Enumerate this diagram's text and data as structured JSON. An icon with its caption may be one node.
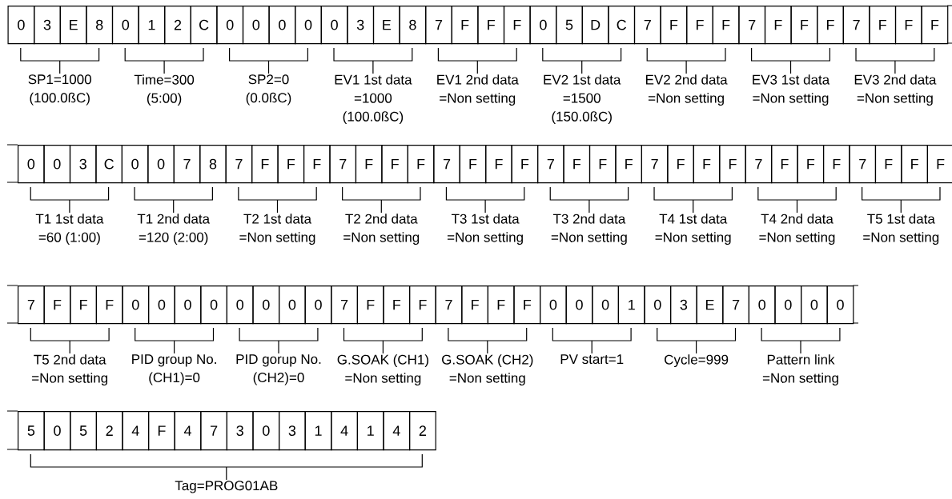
{
  "diagram": {
    "labels": [
      "0",
      "3",
      "E",
      "8",
      "0",
      "1",
      "2",
      "C",
      "0",
      "0",
      "0",
      "0",
      "0",
      "3",
      "E",
      "8",
      "7",
      "F",
      "F",
      "F",
      "0",
      "5",
      "D",
      "C",
      "7",
      "F",
      "F",
      "F",
      "7",
      "F",
      "F",
      "F",
      "7",
      "F",
      "F",
      "F",
      "SP1=1000 (100.0ßC)",
      "Time=300 (5:00)",
      "SP2=0 (0.0ßC)",
      "EV1 1st data =1000 (100.0ßC)",
      "EV1 2nd data =Non setting",
      "EV2 1st data =1500 (150.0ßC)",
      "EV2 2nd data =Non setting",
      "EV3 1st data =Non setting",
      "EV3 2nd data =Non setting",
      "0",
      "0",
      "3",
      "C",
      "0",
      "0",
      "7",
      "8",
      "7",
      "F",
      "F",
      "F",
      "7",
      "F",
      "F",
      "F",
      "7",
      "F",
      "F",
      "F",
      "7",
      "F",
      "F",
      "F",
      "7",
      "F",
      "F",
      "F",
      "7",
      "F",
      "F",
      "F",
      "7",
      "F",
      "F",
      "F",
      "T1 1st data =60 (1:00)",
      "T1 2nd data =120 (2:00)",
      "T2 1st data =Non setting",
      "T2 2nd data =Non setting",
      "T3 1st data =Non setting",
      "T3 2nd data =Non setting",
      "T4 1st data =Non setting",
      "T4 2nd data =Non setting",
      "T5 1st data =Non setting",
      "7",
      "F",
      "F",
      "F",
      "0",
      "0",
      "0",
      "0",
      "0",
      "0",
      "0",
      "0",
      "7",
      "F",
      "F",
      "F",
      "7",
      "F",
      "F",
      "F",
      "0",
      "0",
      "0",
      "1",
      "0",
      "3",
      "E",
      "7",
      "0",
      "0",
      "0",
      "0",
      "T5 2nd data =Non setting",
      "PID group No. (CH1)=0",
      "PID gorup No. (CH2)=0",
      "G.SOAK (CH1) =Non setting",
      "G.SOAK (CH2) =Non setting",
      "PV start=1",
      "Cycle=999",
      "Pattern link =Non setting",
      "5",
      "0",
      "5",
      "2",
      "4",
      "F",
      "4",
      "7",
      "3",
      "0",
      "3",
      "1",
      "4",
      "1",
      "4",
      "2",
      "Tag=PROG01AB"
    ]
  }
}
